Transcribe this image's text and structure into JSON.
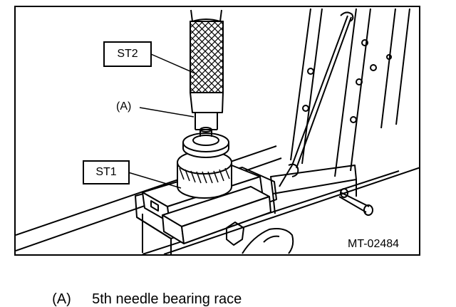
{
  "labels": {
    "st2": "ST2",
    "a": "(A)",
    "st1": "ST1"
  },
  "figure_code": "MT-02484",
  "caption": {
    "key": "(A)",
    "text": "5th needle bearing race"
  }
}
